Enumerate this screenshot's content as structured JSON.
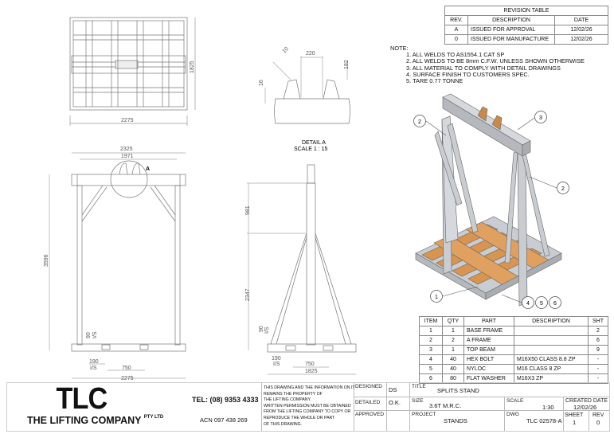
{
  "revision_table": {
    "title": "REVISION TABLE",
    "headers": [
      "REV.",
      "DESCRIPTION",
      "DATE"
    ],
    "rows": [
      [
        "A",
        "ISSUED FOR APPROVAL",
        "12/02/26"
      ],
      [
        "0",
        "ISSUED FOR MANUFACTURE",
        "12/02/26"
      ]
    ]
  },
  "notes": {
    "heading": "NOTE:",
    "items": [
      "1. ALL WELDS TO AS1554.1 CAT SP",
      "2. ALL WELDS TO BE 8mm C.F.W. UNLESS SHOWN OTHERWISE",
      "3. ALL MATERIAL TO COMPLY WITH DETAIL DRAWINGS",
      "4. SURFACE FINISH TO CUSTOMERS SPEC.",
      "5. TARE 0.77 TONNE"
    ]
  },
  "bom": {
    "headers": [
      "ITEM",
      "QTY",
      "PART",
      "DESCRIPTION",
      "SHT"
    ],
    "rows": [
      [
        "1",
        "1",
        "BASE FRAME",
        "",
        "2"
      ],
      [
        "2",
        "2",
        "A FRAME",
        "",
        "6"
      ],
      [
        "3",
        "1",
        "TOP BEAM",
        "",
        "9"
      ],
      [
        "4",
        "40",
        "HEX BOLT",
        "M16X50 CLASS 8.8 ZP",
        "-"
      ],
      [
        "5",
        "40",
        "NYLOC",
        "M16 CLASS 8 ZP",
        "-"
      ],
      [
        "6",
        "80",
        "FLAT WASHER",
        "M16X3 ZP",
        "-"
      ]
    ]
  },
  "plan_view": {
    "width_dim": "2275",
    "depth_dim": "1825"
  },
  "detail_a": {
    "title": "DETAIL A",
    "scale": "SCALE 1 : 15",
    "dims": {
      "angle": "10",
      "spacing": "220",
      "height": "182",
      "plate": "16"
    }
  },
  "front_view": {
    "overall": "2325",
    "inner": "1971",
    "height": "3596",
    "detail_label": "A",
    "foot": "90",
    "foot_is": "I/S",
    "offset": "190",
    "offset_is": "I/S",
    "pocket": "750",
    "base": "2275"
  },
  "side_view": {
    "upper": "981",
    "lower": "2347",
    "foot": "90",
    "foot_is": "I/S",
    "offset": "190",
    "offset_is": "I/S",
    "pocket": "750",
    "base": "1825"
  },
  "balloons": [
    "2",
    "3",
    "2",
    "1",
    "4",
    "5",
    "6"
  ],
  "title_block": {
    "logo": "TLC",
    "company": "THE LIFTING COMPANY",
    "company_suffix": "PTY LTD",
    "tel": "TEL: (08) 9353 4333",
    "acn": "ACN 097 438 269",
    "disclaimer": [
      "THIS DRAWING AND THE INFORMATION ON IT",
      "REMAINS THE PROPERTY OF",
      "THE LIFTING COMPANY.",
      "WRITTEN PERMISSION MUST BE OBTAINED",
      "FROM THE LIFTING COMPANY TO COPY OR",
      "REPRODUCE THE WHOLE OR PART",
      "OF THIS DRAWING."
    ],
    "designed_label": "DESIGNED",
    "designed": "DS",
    "detailed_label": "DETAILED",
    "detailed": "O.K.",
    "approved_label": "APPROVED",
    "title_label": "TITLE",
    "title": "SPLITS STAND",
    "size_label": "SIZE",
    "size": "3.6T M.R.C.",
    "scale_label": "SCALE",
    "scale": "1:30",
    "created_label": "CREATED DATE",
    "created": "12/02/26",
    "project_label": "PROJECT",
    "project": "STANDS",
    "dwg_label": "DWG",
    "dwg": "TLC 02578-A",
    "sheet_label": "SHEET",
    "sheet": "1",
    "rev_label": "REV",
    "rev": "0"
  },
  "colors": {
    "wood": "#d9954f",
    "steel": "#c9cdd2",
    "line": "#777777"
  }
}
